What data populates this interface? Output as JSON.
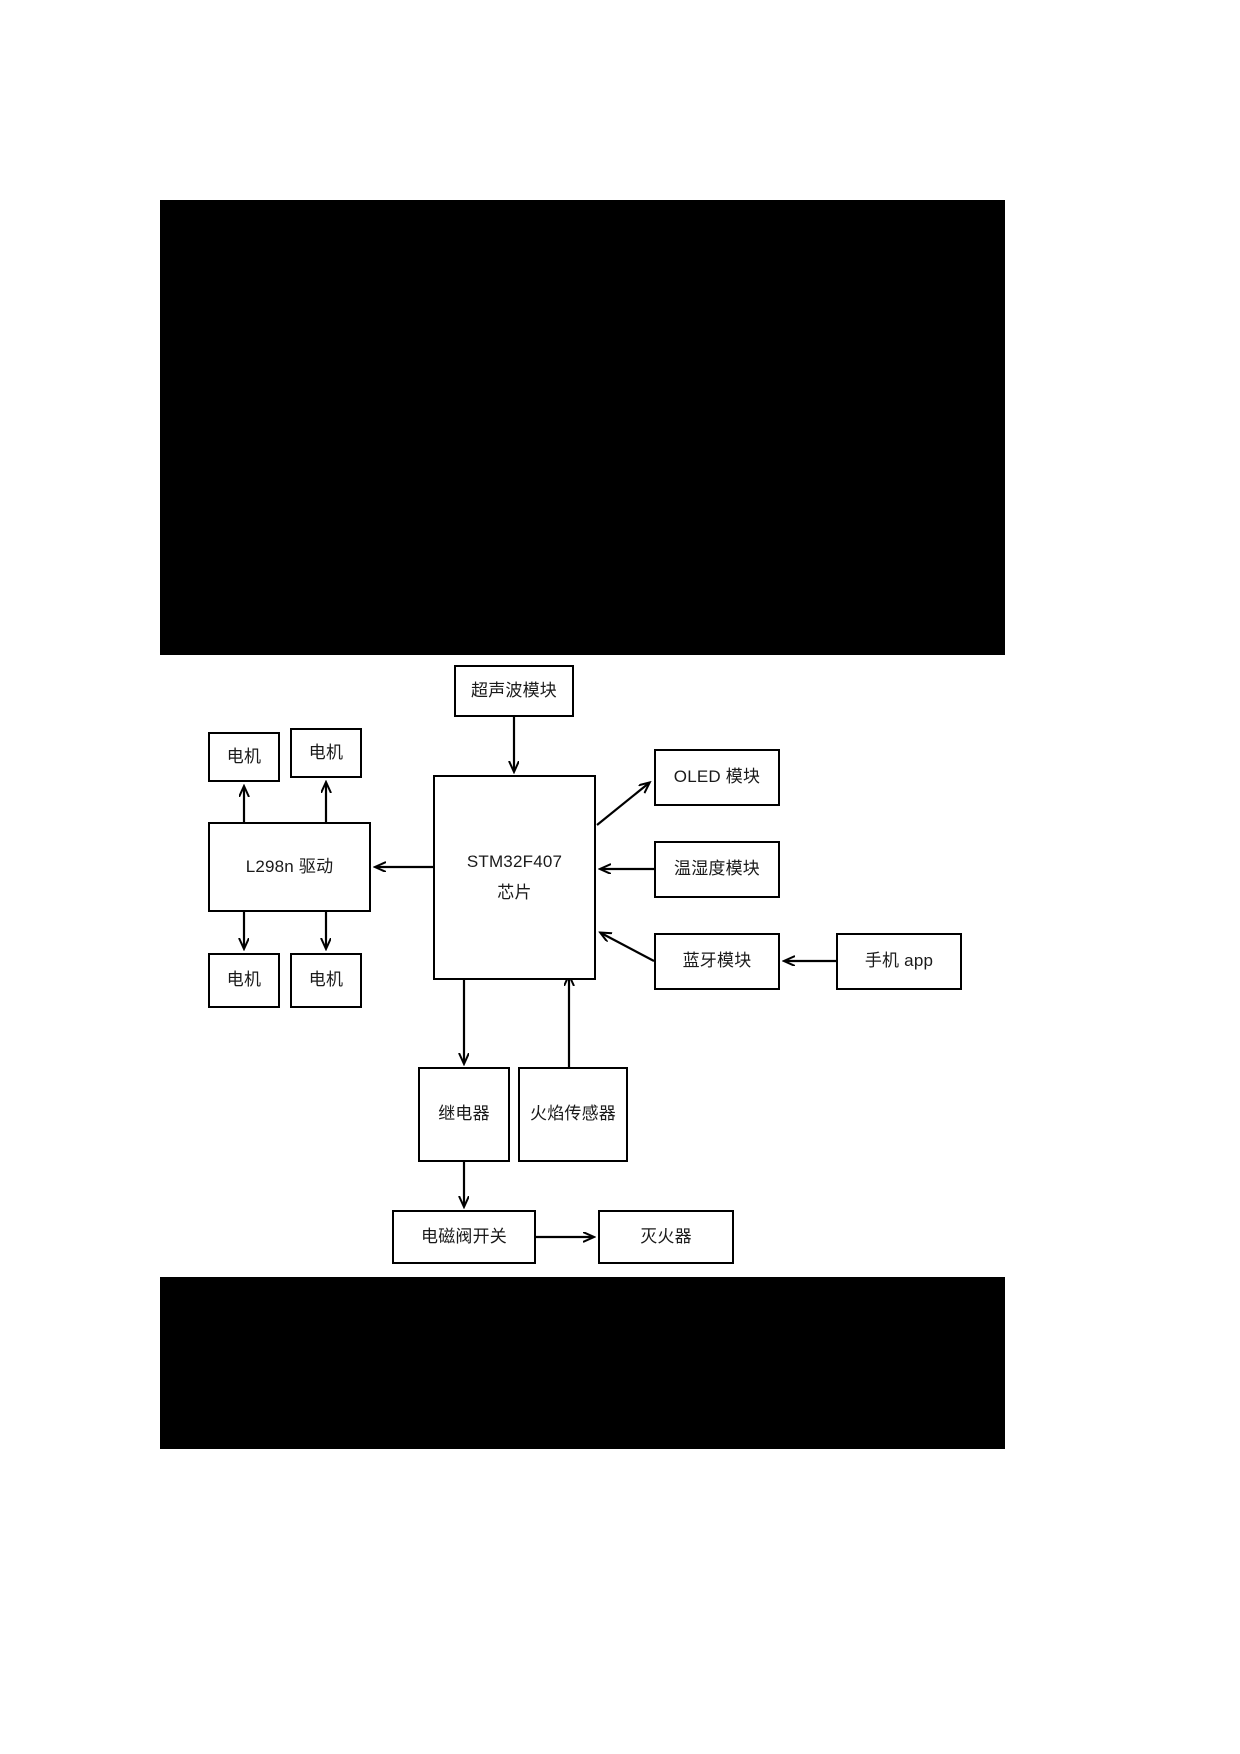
{
  "page": {
    "background_color": "#ffffff",
    "redaction_color": "#000000"
  },
  "diagram": {
    "type": "block-diagram",
    "title": "",
    "line_color": "#000000",
    "box_fill": "#ffffff",
    "nodes": [
      {
        "id": "ultrasonic",
        "label": "超声波模块"
      },
      {
        "id": "motor-top-left",
        "label": "电机"
      },
      {
        "id": "motor-top-right",
        "label": "电机"
      },
      {
        "id": "l298n",
        "label": "L298n 驱动"
      },
      {
        "id": "motor-bottom-left",
        "label": "电机"
      },
      {
        "id": "motor-bottom-right",
        "label": "电机"
      },
      {
        "id": "mcu",
        "label_line1": "STM32F407",
        "label_line2": "芯片"
      },
      {
        "id": "oled",
        "label": "OLED 模块"
      },
      {
        "id": "temp-humidity",
        "label": "温湿度模块"
      },
      {
        "id": "bluetooth",
        "label": "蓝牙模块"
      },
      {
        "id": "phone-app",
        "label": "手机 app"
      },
      {
        "id": "relay",
        "label": "继电器"
      },
      {
        "id": "flame-sensor",
        "label": "火焰传感器"
      },
      {
        "id": "solenoid-valve-switch",
        "label": "电磁阀开关"
      },
      {
        "id": "fire-extinguisher",
        "label": "灭火器"
      }
    ],
    "edges": [
      {
        "from": "ultrasonic",
        "to": "mcu",
        "direction": "down"
      },
      {
        "from": "mcu",
        "to": "l298n",
        "direction": "left"
      },
      {
        "from": "l298n",
        "to": "motor-top-left",
        "direction": "up"
      },
      {
        "from": "l298n",
        "to": "motor-top-right",
        "direction": "up"
      },
      {
        "from": "l298n",
        "to": "motor-bottom-left",
        "direction": "down"
      },
      {
        "from": "l298n",
        "to": "motor-bottom-right",
        "direction": "down"
      },
      {
        "from": "mcu",
        "to": "oled",
        "direction": "up-right"
      },
      {
        "from": "temp-humidity",
        "to": "mcu",
        "direction": "left"
      },
      {
        "from": "bluetooth",
        "to": "mcu",
        "direction": "up-left"
      },
      {
        "from": "phone-app",
        "to": "bluetooth",
        "direction": "left"
      },
      {
        "from": "mcu",
        "to": "relay",
        "direction": "down"
      },
      {
        "from": "flame-sensor",
        "to": "mcu",
        "direction": "up"
      },
      {
        "from": "relay",
        "to": "solenoid-valve-switch",
        "direction": "down"
      },
      {
        "from": "solenoid-valve-switch",
        "to": "fire-extinguisher",
        "direction": "right"
      }
    ]
  }
}
